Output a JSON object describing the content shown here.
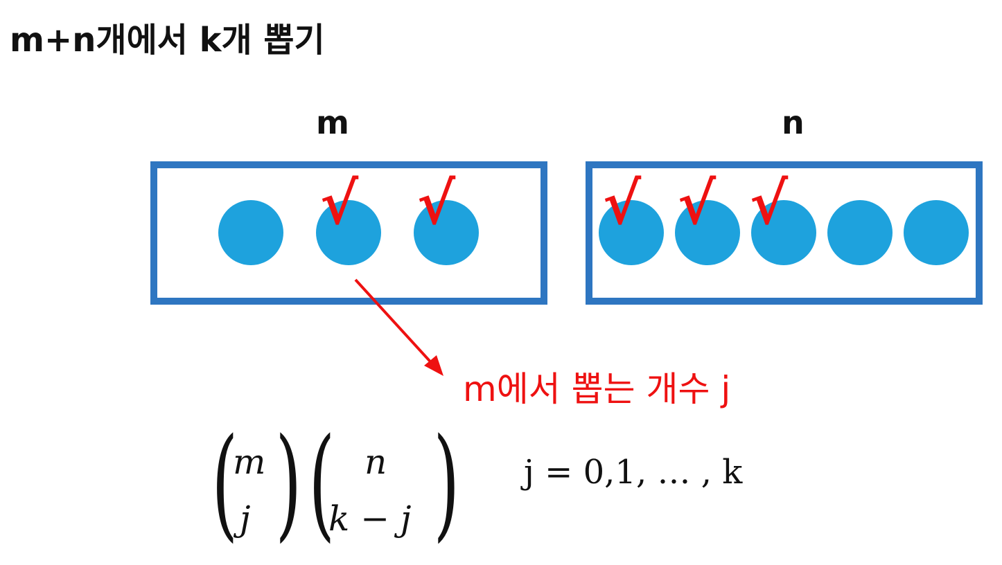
{
  "title": "m+n개에서 k개 뽑기",
  "groups": {
    "left": {
      "label": "m",
      "ball_count": 3,
      "checked": [
        false,
        true,
        true
      ]
    },
    "right": {
      "label": "n",
      "ball_count": 5,
      "checked": [
        true,
        true,
        true,
        false,
        false
      ]
    }
  },
  "check_mark": "√",
  "annotation": "m에서 뽑는 개수 j",
  "formula": {
    "first_top": "m",
    "first_bottom": "j",
    "second_top": "n",
    "second_bottom": "k − j",
    "open_paren": "(",
    "close_paren": ")"
  },
  "range": "j = 0,1, … , k",
  "colors": {
    "box": "#2e76c1",
    "ball": "#1ea2dd",
    "accent": "#ee1111",
    "text": "#111111"
  }
}
